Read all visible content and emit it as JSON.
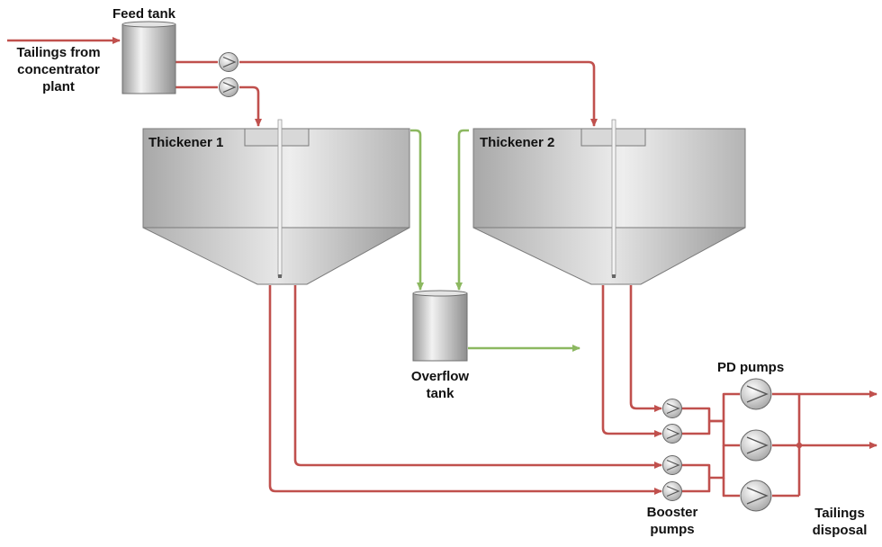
{
  "labels": {
    "feed_tank": "Feed tank",
    "tailings_from": [
      "Tailings from",
      "concentrator",
      "plant"
    ],
    "thickener_1": "Thickener 1",
    "thickener_2": "Thickener 2",
    "overflow_tank": [
      "Overflow",
      "tank"
    ],
    "pd_pumps": "PD pumps",
    "booster_pumps": [
      "Booster",
      "pumps"
    ],
    "tailings_disposal": [
      "Tailings",
      "disposal"
    ]
  },
  "colors": {
    "slurry_line": "#c0504d",
    "overflow_line": "#8cb860",
    "tank_fill": "#cfcfcf",
    "text": "#111111"
  },
  "icons": [
    "pump-icon",
    "arrow-icon"
  ]
}
